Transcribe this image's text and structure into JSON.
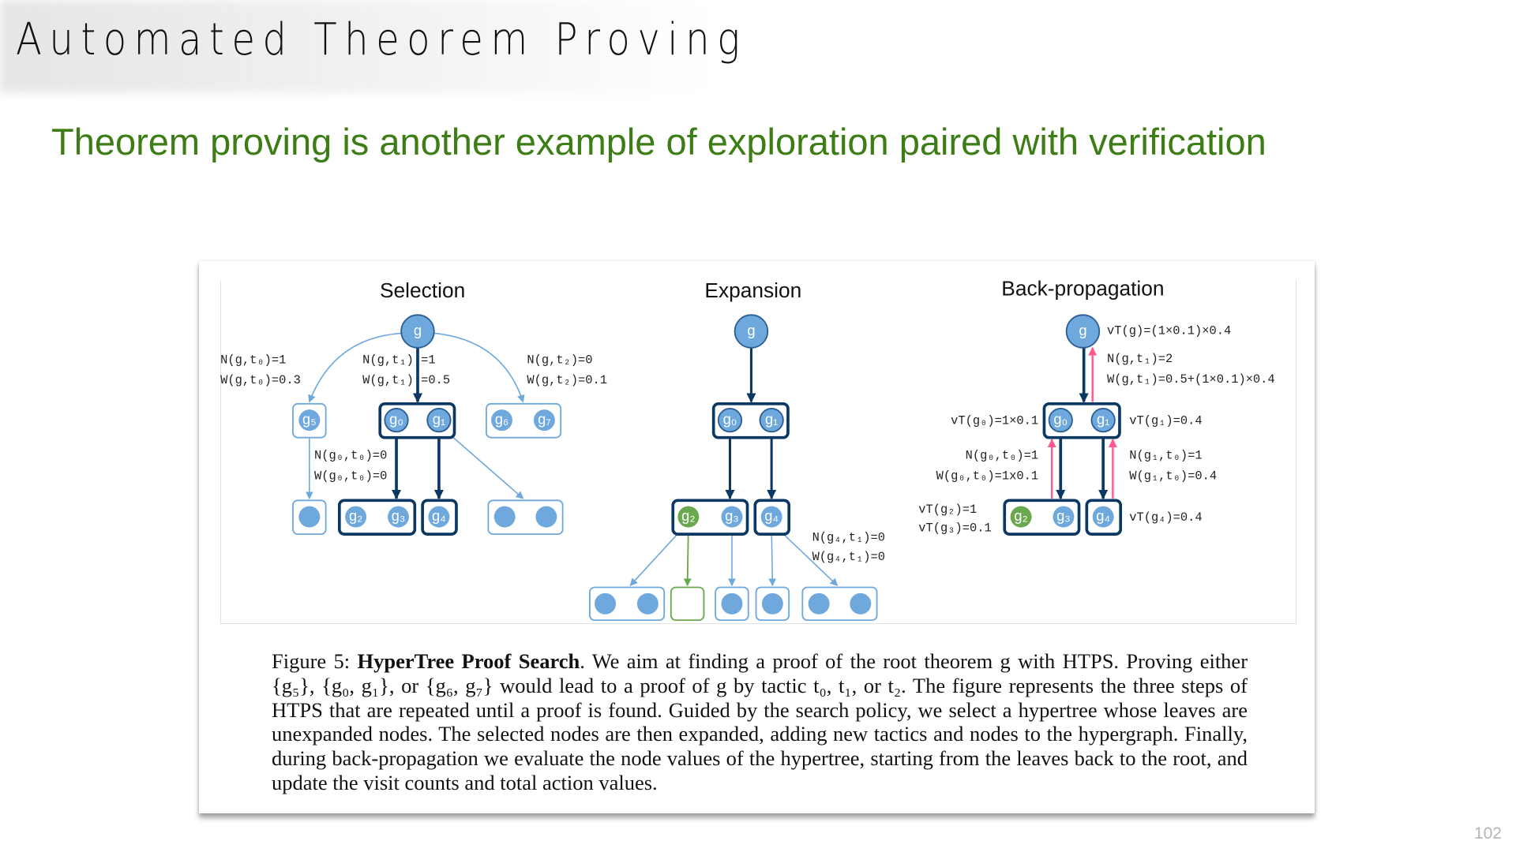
{
  "slide": {
    "title": "Automated Theorem Proving",
    "subtitle": "Theorem proving is another example of exploration paired with verification",
    "page_number": "102"
  },
  "colors": {
    "subtitle_green": "#3c7d15",
    "light_blue": "#6fa8dc",
    "dark_navy": "#0b3763",
    "green_node": "#6aa84f",
    "pink_arrow": "#ff5a8c"
  },
  "figure": {
    "node_labels": {
      "g": "g",
      "g0": "g₀",
      "g1": "g₁",
      "g2": "g₂",
      "g3": "g₃",
      "g4": "g₄",
      "g5": "g₅",
      "g6": "g₆",
      "g7": "g₇"
    },
    "selection": {
      "title": "Selection",
      "annotations": [
        "N(g,t₀)=1",
        "W(g,t₀)=0.3",
        "N(g,t₁) =1",
        "W(g,t₁) =0.5",
        "N(g,t₂)=0",
        "W(g,t₂)=0.1",
        "N(g₀,t₀)=0",
        "W(g₀,t₀)=0"
      ]
    },
    "expansion": {
      "title": "Expansion",
      "annotations": [
        "N(g₄,t₁)=0",
        "W(g₄,t₁)=0"
      ]
    },
    "backprop": {
      "title": "Back-propagation",
      "annotations": [
        "vT(g)=(1×0.1)×0.4",
        "N(g,t₁)=2",
        "W(g,t₁)=0.5+(1×0.1)×0.4",
        "vT(g₀)=1×0.1",
        "vT(g₁)=0.4",
        "N(g₀,t₀)=1",
        "W(g₀,t₀)=1x0.1",
        "N(g₁,t₀)=1",
        "W(g₁,t₀)=0.4",
        "vT(g₂)=1",
        "vT(g₃)=0.1",
        "vT(g₄)=0.4"
      ]
    },
    "caption": {
      "label": "Figure 5:",
      "bold": "HyperTree Proof Search",
      "body": ". We aim at finding a proof of the root theorem g with HTPS. Proving either {g₅}, {g₀, g₁}, or {g₆, g₇} would lead to a proof of g by tactic t₀, t₁, or t₂. The figure represents the three steps of HTPS that are repeated until a proof is found. Guided by the search policy, we select a hypertree whose leaves are unexpanded nodes. The selected nodes are then expanded, adding new tactics and nodes to the hypergraph. Finally, during back-propagation we evaluate the node values of the hypertree, starting from the leaves back to the root, and update the visit counts and total action values."
    }
  }
}
